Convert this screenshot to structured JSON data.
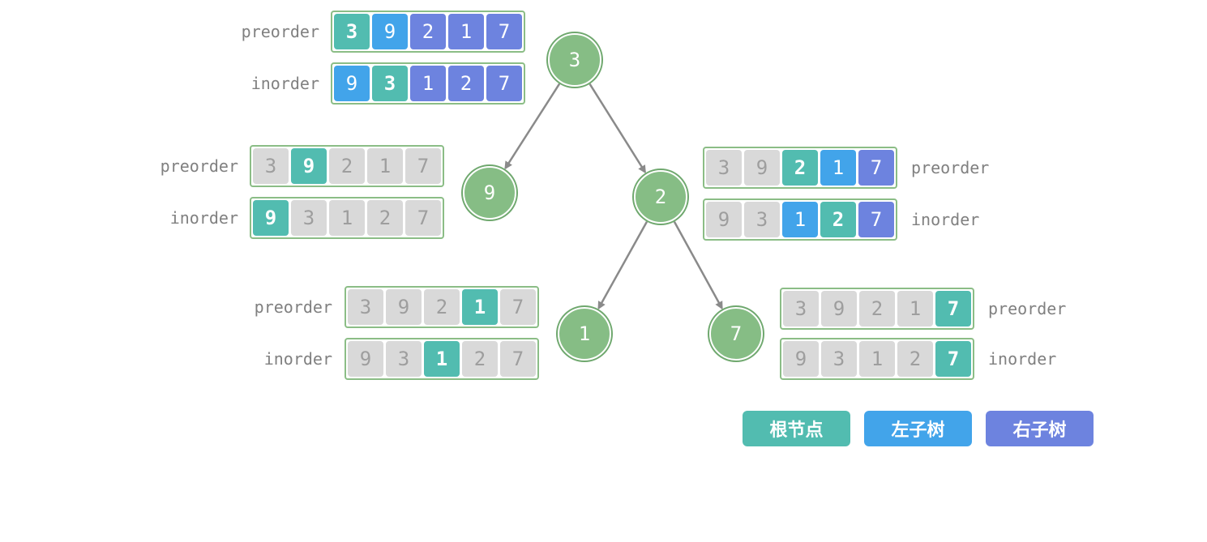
{
  "groups": [
    {
      "id": "g3",
      "label_side": "left",
      "preorder": {
        "label": "preorder",
        "cells": [
          {
            "v": "3",
            "c": "root"
          },
          {
            "v": "9",
            "c": "left"
          },
          {
            "v": "2",
            "c": "right"
          },
          {
            "v": "1",
            "c": "right"
          },
          {
            "v": "7",
            "c": "right"
          }
        ]
      },
      "inorder": {
        "label": "inorder",
        "cells": [
          {
            "v": "9",
            "c": "left"
          },
          {
            "v": "3",
            "c": "root"
          },
          {
            "v": "1",
            "c": "right"
          },
          {
            "v": "2",
            "c": "right"
          },
          {
            "v": "7",
            "c": "right"
          }
        ]
      }
    },
    {
      "id": "g9",
      "label_side": "left",
      "preorder": {
        "label": "preorder",
        "cells": [
          {
            "v": "3",
            "c": "gray"
          },
          {
            "v": "9",
            "c": "root"
          },
          {
            "v": "2",
            "c": "gray"
          },
          {
            "v": "1",
            "c": "gray"
          },
          {
            "v": "7",
            "c": "gray"
          }
        ]
      },
      "inorder": {
        "label": "inorder",
        "cells": [
          {
            "v": "9",
            "c": "root"
          },
          {
            "v": "3",
            "c": "gray"
          },
          {
            "v": "1",
            "c": "gray"
          },
          {
            "v": "2",
            "c": "gray"
          },
          {
            "v": "7",
            "c": "gray"
          }
        ]
      }
    },
    {
      "id": "g2",
      "label_side": "right",
      "preorder": {
        "label": "preorder",
        "cells": [
          {
            "v": "3",
            "c": "gray"
          },
          {
            "v": "9",
            "c": "gray"
          },
          {
            "v": "2",
            "c": "root"
          },
          {
            "v": "1",
            "c": "left"
          },
          {
            "v": "7",
            "c": "right"
          }
        ]
      },
      "inorder": {
        "label": "inorder",
        "cells": [
          {
            "v": "9",
            "c": "gray"
          },
          {
            "v": "3",
            "c": "gray"
          },
          {
            "v": "1",
            "c": "left"
          },
          {
            "v": "2",
            "c": "root"
          },
          {
            "v": "7",
            "c": "right"
          }
        ]
      }
    },
    {
      "id": "g1",
      "label_side": "left",
      "preorder": {
        "label": "preorder",
        "cells": [
          {
            "v": "3",
            "c": "gray"
          },
          {
            "v": "9",
            "c": "gray"
          },
          {
            "v": "2",
            "c": "gray"
          },
          {
            "v": "1",
            "c": "root"
          },
          {
            "v": "7",
            "c": "gray"
          }
        ]
      },
      "inorder": {
        "label": "inorder",
        "cells": [
          {
            "v": "9",
            "c": "gray"
          },
          {
            "v": "3",
            "c": "gray"
          },
          {
            "v": "1",
            "c": "root"
          },
          {
            "v": "2",
            "c": "gray"
          },
          {
            "v": "7",
            "c": "gray"
          }
        ]
      }
    },
    {
      "id": "g7",
      "label_side": "right",
      "preorder": {
        "label": "preorder",
        "cells": [
          {
            "v": "3",
            "c": "gray"
          },
          {
            "v": "9",
            "c": "gray"
          },
          {
            "v": "2",
            "c": "gray"
          },
          {
            "v": "1",
            "c": "gray"
          },
          {
            "v": "7",
            "c": "root"
          }
        ]
      },
      "inorder": {
        "label": "inorder",
        "cells": [
          {
            "v": "9",
            "c": "gray"
          },
          {
            "v": "3",
            "c": "gray"
          },
          {
            "v": "1",
            "c": "gray"
          },
          {
            "v": "2",
            "c": "gray"
          },
          {
            "v": "7",
            "c": "root"
          }
        ]
      }
    }
  ],
  "tree": {
    "nodes": [
      {
        "id": "n3",
        "value": "3"
      },
      {
        "id": "n9",
        "value": "9"
      },
      {
        "id": "n2",
        "value": "2"
      },
      {
        "id": "n1",
        "value": "1"
      },
      {
        "id": "n7",
        "value": "7"
      }
    ],
    "edges": [
      [
        "n3",
        "n9"
      ],
      [
        "n3",
        "n2"
      ],
      [
        "n2",
        "n1"
      ],
      [
        "n2",
        "n7"
      ]
    ]
  },
  "legend": [
    {
      "key": "root",
      "label": "根节点",
      "color": "#52bcb0"
    },
    {
      "key": "left",
      "label": "左子树",
      "color": "#42a4ea"
    },
    {
      "key": "right",
      "label": "右子树",
      "color": "#6d83df"
    }
  ],
  "colors": {
    "root": "#52bcb0",
    "left": "#42a4ea",
    "right": "#6d83df",
    "gray": "#d9d9d9",
    "node": "#86bd85",
    "array_border": "#8bbd86",
    "edge": "#8a8a8a"
  }
}
